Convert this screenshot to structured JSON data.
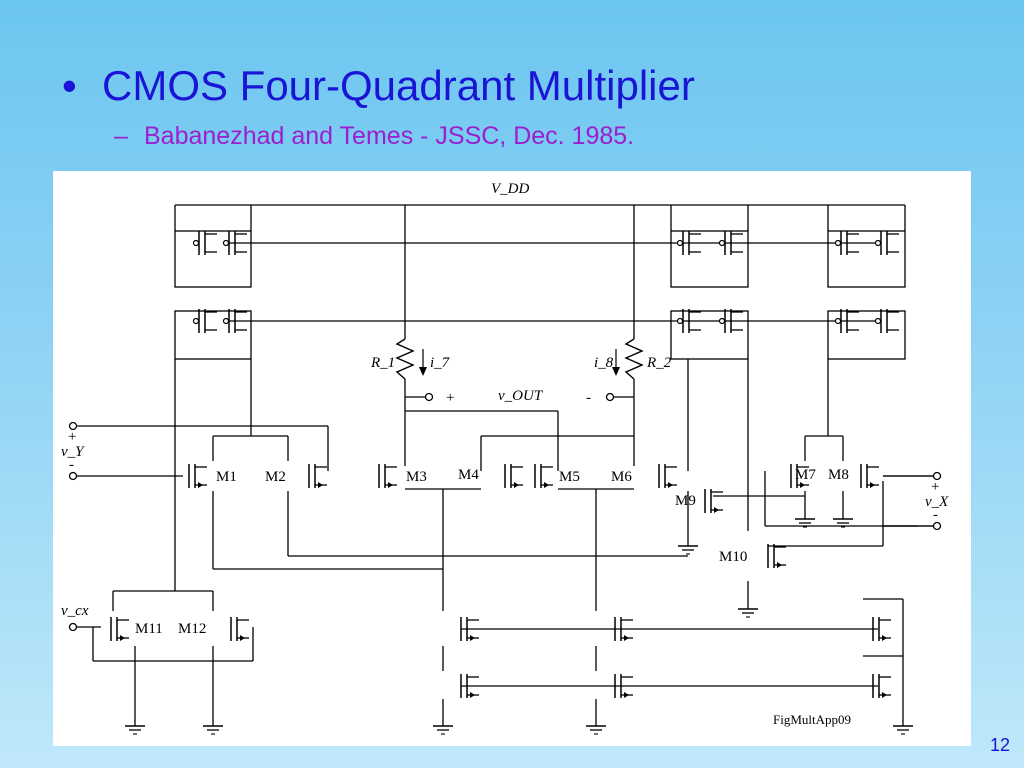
{
  "slide": {
    "bullet_marker": "•",
    "title": "CMOS Four-Quadrant Multiplier",
    "sub_marker": "–",
    "subtitle": "Babanezhad and Temes - JSSC, Dec. 1985.",
    "page_number": "12"
  },
  "diagram": {
    "supply": "V_DD",
    "resistors": {
      "r1": "R_1",
      "r2": "R_2",
      "i7": "i_7",
      "i8": "i_8"
    },
    "output": {
      "label": "v_OUT",
      "plus": "+",
      "minus": "-"
    },
    "inputs": {
      "vy": {
        "label": "v_Y",
        "plus": "+",
        "minus": "-"
      },
      "vx": {
        "label": "v_X",
        "plus": "+",
        "minus": "-"
      },
      "vcx": {
        "label": "v_cx"
      }
    },
    "transistors": [
      "M1",
      "M2",
      "M3",
      "M4",
      "M5",
      "M6",
      "M7",
      "M8",
      "M9",
      "M10",
      "M11",
      "M12"
    ],
    "caption": "FigMultApp09"
  }
}
